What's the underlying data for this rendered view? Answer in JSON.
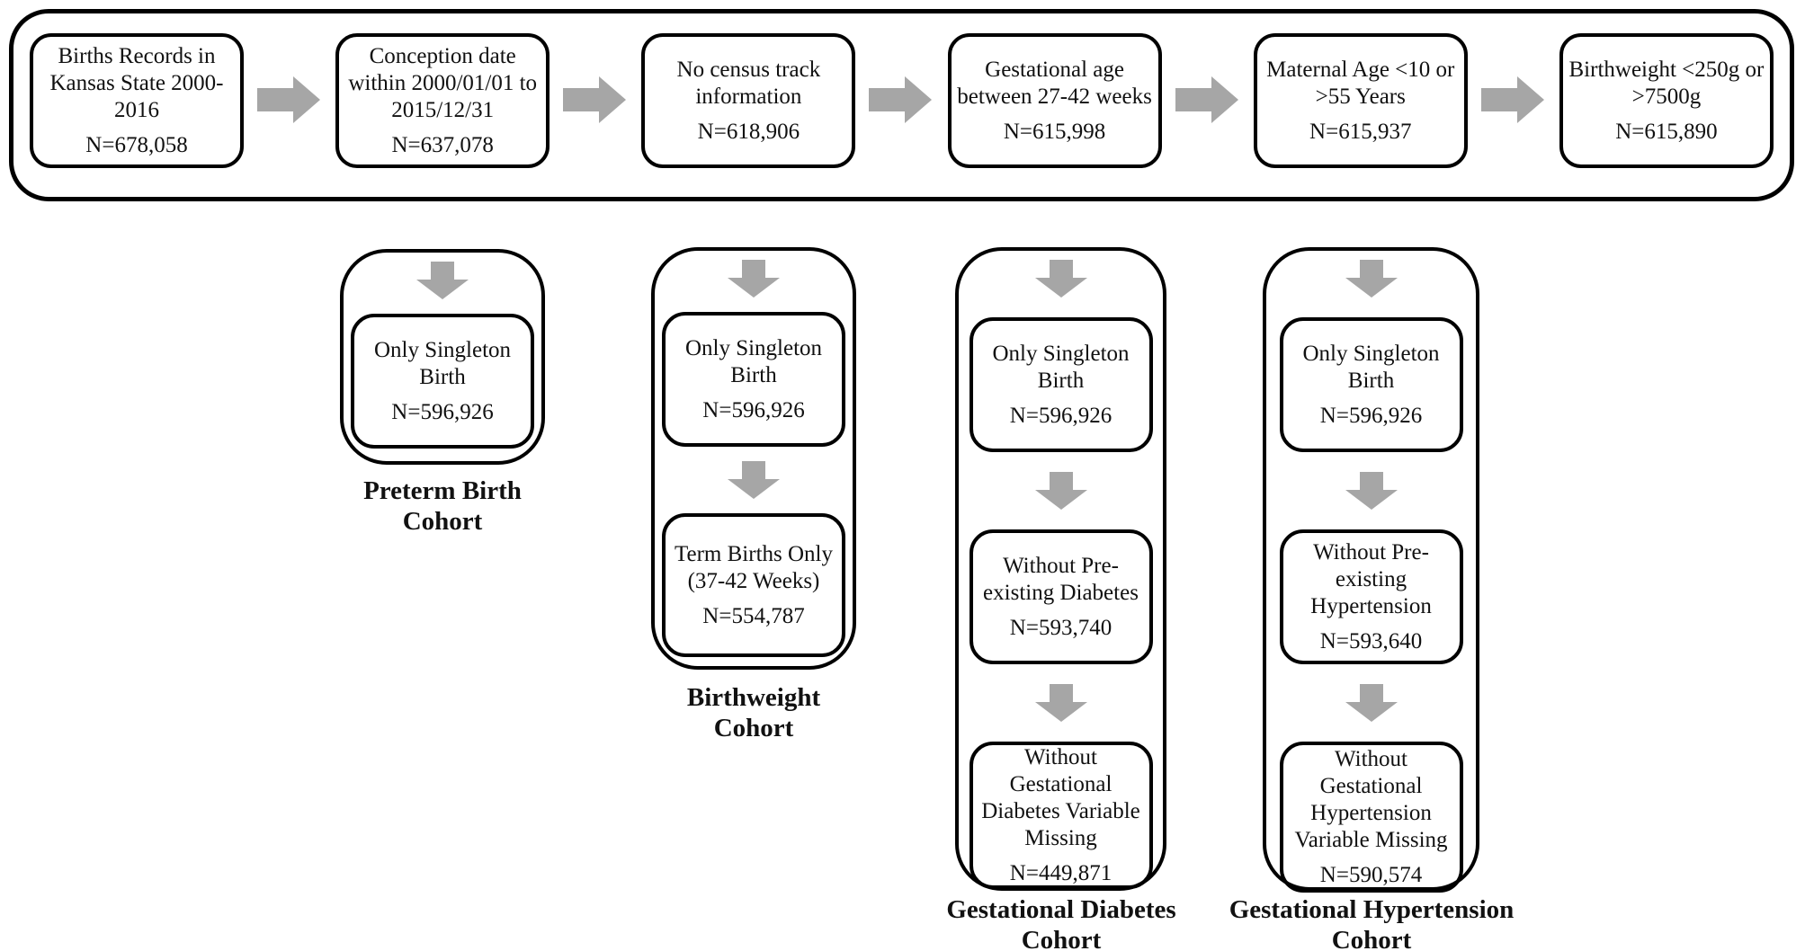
{
  "figure": {
    "colors": {
      "border": "#000000",
      "arrow": "#a6a6a6",
      "background": "#ffffff",
      "text": "#111111"
    },
    "top_row": {
      "boxes": [
        {
          "text": "Births Records in Kansas State 2000-2016",
          "n": "N=678,058"
        },
        {
          "text": "Conception date within 2000/01/01 to 2015/12/31",
          "n": "N=637,078"
        },
        {
          "text": "No census track information",
          "n": "N=618,906"
        },
        {
          "text": "Gestational age between 27-42 weeks",
          "n": "N=615,998"
        },
        {
          "text": "Maternal Age <10 or >55 Years",
          "n": "N=615,937"
        },
        {
          "text": "Birthweight <250g or >7500g",
          "n": "N=615,890"
        }
      ]
    },
    "cohorts": [
      {
        "label": "Preterm Birth Cohort",
        "steps": [
          {
            "text": "Only Singleton Birth",
            "n": "N=596,926"
          }
        ]
      },
      {
        "label": "Birthweight Cohort",
        "steps": [
          {
            "text": "Only Singleton Birth",
            "n": "N=596,926"
          },
          {
            "text": "Term Births Only (37-42 Weeks)",
            "n": "N=554,787"
          }
        ]
      },
      {
        "label": "Gestational Diabetes Cohort",
        "steps": [
          {
            "text": "Only Singleton Birth",
            "n": "N=596,926"
          },
          {
            "text": "Without Pre-existing Diabetes",
            "n": "N=593,740"
          },
          {
            "text": "Without Gestational Diabetes Variable Missing",
            "n": "N=449,871"
          }
        ]
      },
      {
        "label": "Gestational Hypertension Cohort",
        "steps": [
          {
            "text": "Only Singleton Birth",
            "n": "N=596,926"
          },
          {
            "text": "Without Pre-existing Hypertension",
            "n": "N=593,640"
          },
          {
            "text": "Without Gestational Hypertension Variable Missing",
            "n": "N=590,574"
          }
        ]
      }
    ]
  }
}
